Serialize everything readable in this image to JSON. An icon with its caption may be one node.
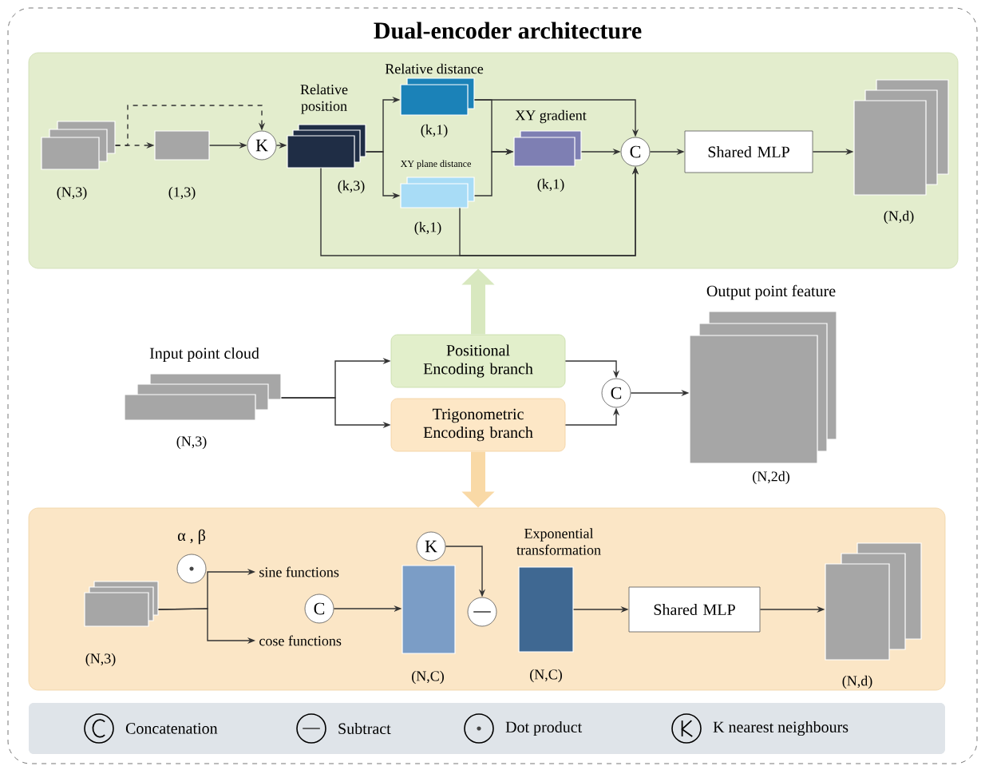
{
  "diagram": {
    "title": "Dual-encoder architecture",
    "nodes": [
      {
        "text": [],
        "shape": "box"
      },
      {
        "text": [],
        "shape": "box",
        "beside": [
          "(N,3)"
        ],
        "in": 0
      },
      {
        "text": [],
        "shape": "box",
        "beside": [
          "(1,3)"
        ],
        "in": 0
      },
      {
        "text": [
          "K"
        ],
        "in": 0
      },
      {
        "text": [],
        "shape": "box",
        "beside": [
          "Relative position",
          "(k,3)"
        ],
        "in": 0
      },
      {
        "text": [],
        "shape": "box",
        "beside": [
          "Relative distance",
          "(k,1)"
        ],
        "in": 0
      },
      {
        "text": [],
        "shape": "box",
        "beside": [
          "XY plane distance",
          "(k,1)"
        ],
        "in": 0
      },
      {
        "text": [],
        "shape": "box",
        "beside": [
          "XY gradient",
          "(k,1)"
        ],
        "in": 0
      },
      {
        "text": [
          "C"
        ],
        "in": 0
      },
      {
        "text": [
          "Shared MLP"
        ],
        "in": 0
      },
      {
        "text": [],
        "shape": "box",
        "beside": [
          "(N,d)"
        ],
        "in": 0
      },
      {
        "text": [],
        "shape": "box",
        "beside": [
          "Input point cloud",
          "(N,3)"
        ]
      },
      {
        "text": [
          "Positional Encoding branch"
        ]
      },
      {
        "text": [
          "Trigonometric Encoding branch"
        ]
      },
      {
        "text": [
          "C"
        ]
      },
      {
        "text": [],
        "shape": "box",
        "beside": [
          "Output point feature",
          "(N,2d)"
        ]
      },
      {
        "text": [],
        "shape": "box"
      },
      {
        "text": [],
        "shape": "box",
        "beside": [
          "(N,3)"
        ],
        "in": 16
      },
      {
        "text": [],
        "shape": "circle",
        "beside": [
          "α , β"
        ],
        "in": 16
      },
      {
        "text": [
          "sine functions"
        ],
        "in": 16
      },
      {
        "text": [
          "cose functions"
        ],
        "in": 16
      },
      {
        "text": [
          "C"
        ],
        "in": 16
      },
      {
        "text": [],
        "shape": "box",
        "beside": [
          "(N,C)"
        ],
        "in": 16
      },
      {
        "text": [
          "K"
        ],
        "in": 16
      },
      {
        "text": [],
        "shape": "circle",
        "in": 16
      },
      {
        "text": [],
        "shape": "box",
        "beside": [
          "Exponential transformation",
          "(N,C)"
        ],
        "in": 16
      },
      {
        "text": [
          "Shared MLP"
        ],
        "in": 16
      },
      {
        "text": [],
        "shape": "box",
        "beside": [
          "(N,d)"
        ],
        "in": 16
      }
    ],
    "edges": [
      {
        "from": 1,
        "to": 2,
        "arrow": "to",
        "style": "dashed"
      },
      {
        "from": 1,
        "to": 3,
        "arrow": "to",
        "style": "dashed"
      },
      {
        "from": 2,
        "to": 3,
        "arrow": "to"
      },
      {
        "from": 3,
        "to": 4,
        "arrow": "to"
      },
      {
        "from": 4,
        "to": 5,
        "arrow": "to"
      },
      {
        "from": 4,
        "to": 6,
        "arrow": "to"
      },
      {
        "from": 5,
        "to": 7,
        "arrow": "to"
      },
      {
        "from": 6,
        "to": 7,
        "arrow": "to"
      },
      {
        "from": 5,
        "to": 8,
        "arrow": "to"
      },
      {
        "from": 4,
        "to": 8,
        "arrow": "to"
      },
      {
        "from": 6,
        "to": 8,
        "arrow": "to"
      },
      {
        "from": 7,
        "to": 8,
        "arrow": "to"
      },
      {
        "from": 8,
        "to": 9,
        "arrow": "to"
      },
      {
        "from": 9,
        "to": 10,
        "arrow": "to"
      },
      {
        "from": 11,
        "to": 12,
        "arrow": "to"
      },
      {
        "from": 11,
        "to": 13,
        "arrow": "to"
      },
      {
        "from": 12,
        "to": 14,
        "arrow": "to"
      },
      {
        "from": 13,
        "to": 14,
        "arrow": "to"
      },
      {
        "from": 14,
        "to": 15,
        "arrow": "to"
      },
      {
        "from": 12,
        "to": 0,
        "arrow": "to",
        "style": "thick",
        "color": "#d8e8bf"
      },
      {
        "from": 13,
        "to": 16,
        "arrow": "to",
        "style": "thick",
        "color": "#f9d9a6"
      },
      {
        "from": 17,
        "to": 19,
        "arrow": "to"
      },
      {
        "from": 17,
        "to": 20,
        "arrow": "to"
      },
      {
        "from": 21,
        "to": 22,
        "arrow": "to"
      },
      {
        "from": 23,
        "to": 24,
        "arrow": "to"
      },
      {
        "from": 25,
        "to": 26,
        "arrow": "to"
      },
      {
        "from": 26,
        "to": 27,
        "arrow": "to"
      }
    ],
    "legend": [
      {
        "text": "Concatenation"
      },
      {
        "text": "Subtract"
      },
      {
        "text": "Dot product"
      },
      {
        "text": "K nearest neighbours"
      }
    ]
  }
}
